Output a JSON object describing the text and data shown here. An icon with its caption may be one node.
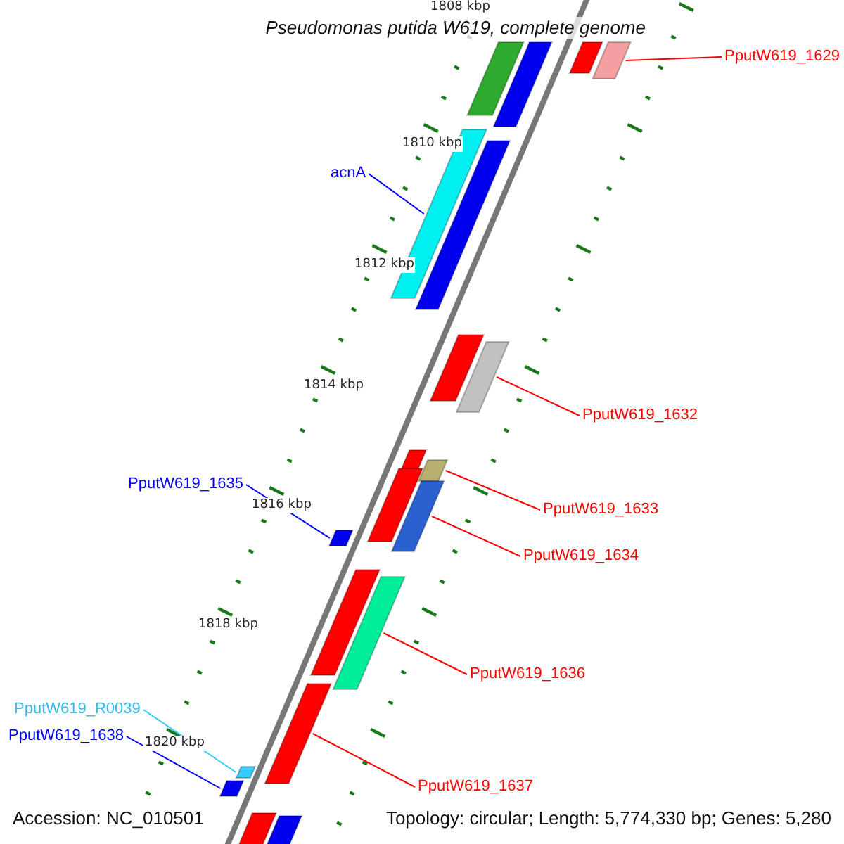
{
  "diagram": {
    "title": "Pseudomonas putida W619, complete genome",
    "nodes": [
      {
        "text": [
          "PputW619_1629"
        ]
      },
      {
        "text": [],
        "shape": "bar"
      },
      {
        "text": [
          "acnA"
        ]
      },
      {
        "text": [],
        "shape": "bar"
      },
      {
        "text": [
          "PputW619_1632"
        ]
      },
      {
        "text": [],
        "shape": "bar"
      },
      {
        "text": [
          "PputW619_1633"
        ]
      },
      {
        "text": [],
        "shape": "bar"
      },
      {
        "text": [
          "PputW619_1634"
        ]
      },
      {
        "text": [],
        "shape": "bar"
      },
      {
        "text": [
          "PputW619_1635"
        ]
      },
      {
        "text": [],
        "shape": "bar"
      },
      {
        "text": [
          "PputW619_1636"
        ]
      },
      {
        "text": [],
        "shape": "bar"
      },
      {
        "text": [
          "PputW619_R0039"
        ]
      },
      {
        "text": [],
        "shape": "bar"
      },
      {
        "text": [
          "PputW619_1638"
        ]
      },
      {
        "text": [],
        "shape": "bar"
      },
      {
        "text": [
          "PputW619_1637"
        ]
      },
      {
        "text": [],
        "shape": "bar"
      },
      {
        "text": [],
        "shape": "bar"
      },
      {
        "text": [],
        "shape": "bar"
      },
      {
        "text": [],
        "shape": "bar"
      },
      {
        "text": [],
        "shape": "bar"
      },
      {
        "text": [],
        "shape": "bar"
      },
      {
        "text": [],
        "shape": "bar"
      },
      {
        "text": [],
        "shape": "bar"
      },
      {
        "text": [],
        "shape": "bar"
      },
      {
        "text": [],
        "shape": "bar"
      },
      {
        "text": [],
        "shape": "bar"
      }
    ],
    "edges": [
      {
        "from": 0,
        "to": 1,
        "arrow": "none"
      },
      {
        "from": 2,
        "to": 3,
        "arrow": "none",
        "color": "#0000ff"
      },
      {
        "from": 4,
        "to": 5,
        "arrow": "none"
      },
      {
        "from": 6,
        "to": 7,
        "arrow": "none"
      },
      {
        "from": 8,
        "to": 9,
        "arrow": "none"
      },
      {
        "from": 10,
        "to": 11,
        "arrow": "none",
        "color": "#0000ff"
      },
      {
        "from": 12,
        "to": 13,
        "arrow": "none"
      },
      {
        "from": 14,
        "to": 15,
        "arrow": "none",
        "color": "#33ccff"
      },
      {
        "from": 16,
        "to": 17,
        "arrow": "none",
        "color": "#0000ff"
      },
      {
        "from": 18,
        "to": 19,
        "arrow": "none"
      }
    ],
    "labels": [
      "1808 kbp",
      "1810 kbp",
      "1812 kbp",
      "1814 kbp",
      "1816 kbp",
      "1818 kbp",
      "1820 kbp",
      "Accession: NC_010501",
      "Topology: circular; Length: 5,774,330 bp; Genes: 5,280"
    ]
  }
}
